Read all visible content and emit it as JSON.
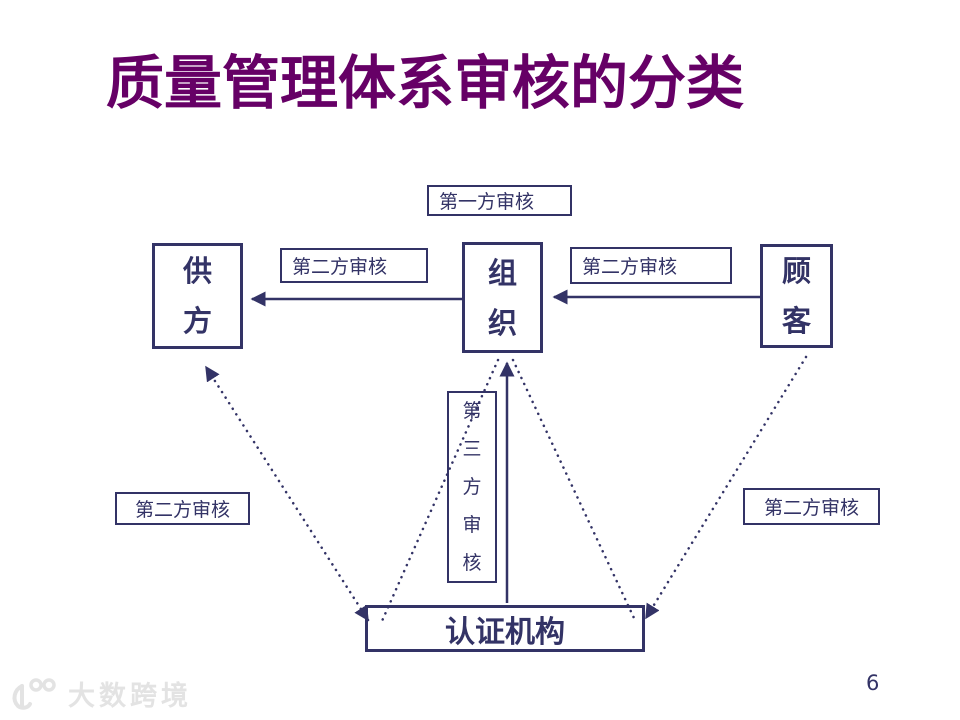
{
  "slide": {
    "title": "质量管理体系审核的分类",
    "page_number": "6",
    "watermark_text": "大数跨境",
    "colors": {
      "accent_navy": "#333366",
      "title_purple": "#660066",
      "watermark_gray": "#e3e3e3",
      "background": "#ffffff"
    }
  },
  "diagram": {
    "nodes": {
      "supplier": "供方",
      "organization": "组织",
      "customer": "顾客",
      "certification_body": "认证机构"
    },
    "labels": {
      "first_party": "第一方审核",
      "second_party_left_top": "第二方审核",
      "second_party_right_top": "第二方审核",
      "second_party_left_side": "第二方审核",
      "second_party_right_side": "第二方审核",
      "third_party": "第三方审核"
    }
  }
}
